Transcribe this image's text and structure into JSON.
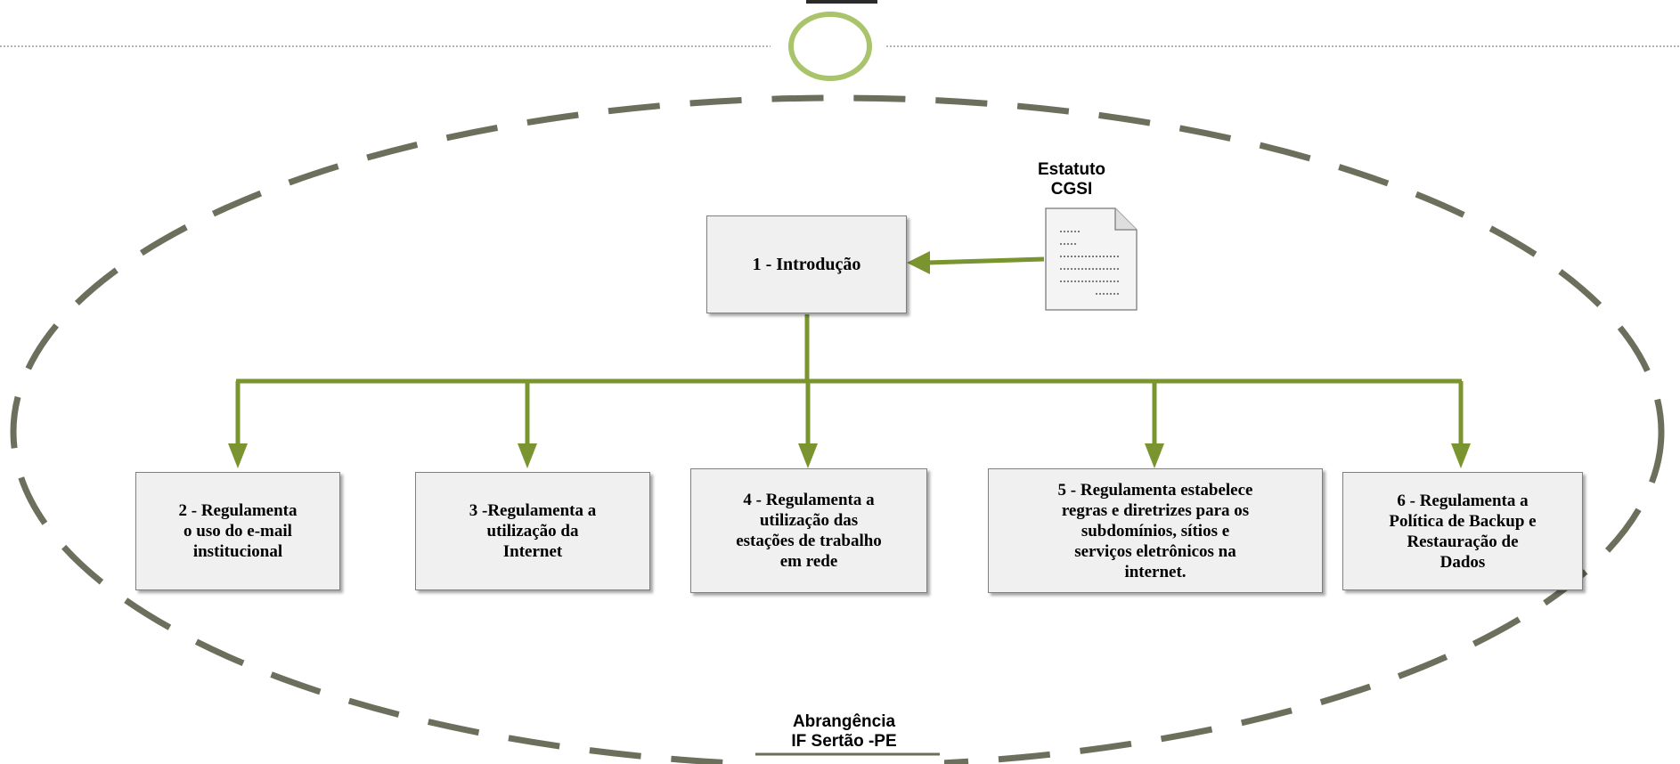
{
  "colors": {
    "accent": "#7a9430",
    "dashed_outline": "#6b6f5c",
    "box_fill": "#f0f0f0",
    "box_border": "#7f7f7f",
    "ring": "#a9c46b"
  },
  "icons": [
    "document-icon",
    "ring-icon"
  ],
  "source_label": "Estatuto\nCGSI",
  "root": {
    "label": "1 - Introdução"
  },
  "children": [
    {
      "label": "2 - Regulamenta\no uso do e-mail\ninstitucional"
    },
    {
      "label": "3 -Regulamenta a\nutilização da\nInternet"
    },
    {
      "label": "4 - Regulamenta a\nutilização das\nestações de trabalho\nem rede"
    },
    {
      "label": "5 - Regulamenta estabelece\nregras e diretrizes para os\nsubdomínios, sítios e\nserviços eletrônicos na\ninternet."
    },
    {
      "label": "6 - Regulamenta a\nPolítica de Backup e\nRestauração de\nDados"
    }
  ],
  "scope_label": "Abrangência\nIF Sertão -PE"
}
